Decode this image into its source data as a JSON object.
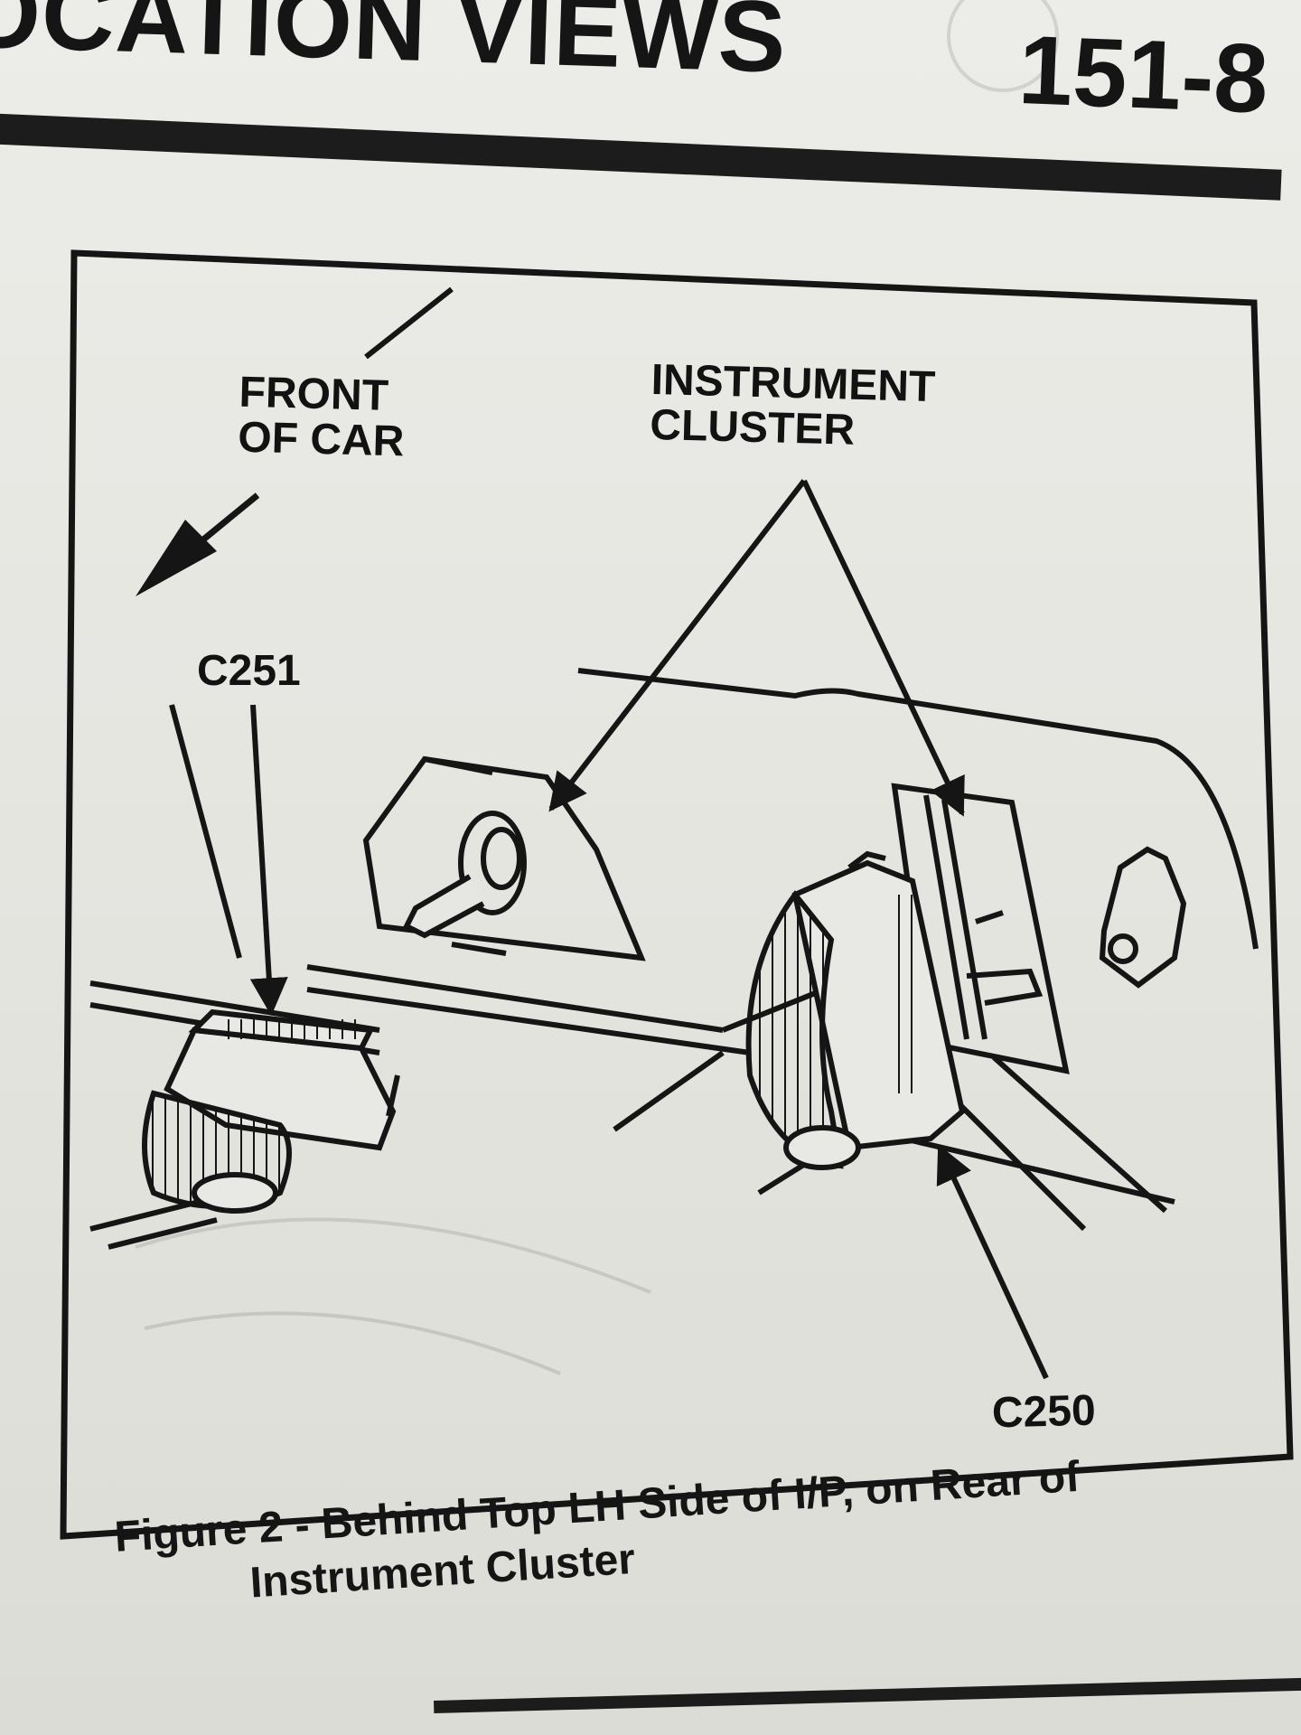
{
  "header": {
    "title": "OCATION VIEWS",
    "page_number": "151-8"
  },
  "figure": {
    "labels": {
      "front_of_car_line1": "FRONT",
      "front_of_car_line2": "OF CAR",
      "instrument_cluster_line1": "INSTRUMENT",
      "instrument_cluster_line2": "CLUSTER",
      "connector_c251": "C251",
      "connector_c250": "C250"
    },
    "caption_line1": "Figure 2 - Behind Top LH Side of I/P, on Rear of",
    "caption_line2": "Instrument Cluster"
  },
  "colors": {
    "ink": "#151515",
    "paper": "#e6e6e2"
  }
}
